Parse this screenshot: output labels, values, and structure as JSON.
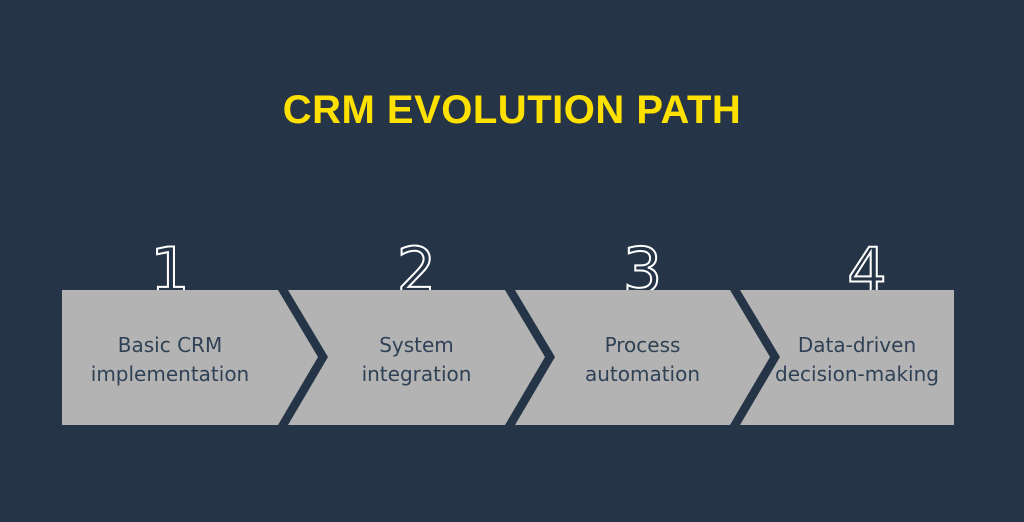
{
  "title": "CRM EVOLUTION PATH",
  "colors": {
    "background": "#253446",
    "title": "#ffe100",
    "box": "#b3b3b3",
    "text": "#2f4155"
  },
  "steps": [
    {
      "number": "1",
      "line1": "Basic CRM",
      "line2": "implementation"
    },
    {
      "number": "2",
      "line1": "System",
      "line2": "integration"
    },
    {
      "number": "3",
      "line1": "Process",
      "line2": "automation"
    },
    {
      "number": "4",
      "line1": "Data-driven",
      "line2": "decision-making"
    }
  ]
}
